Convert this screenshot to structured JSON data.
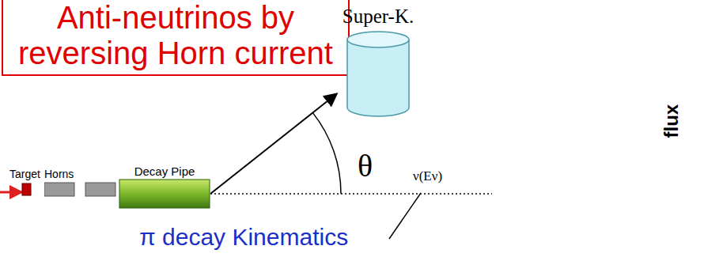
{
  "diagram": {
    "nodes": [
      {
        "text": [
          "Anti-neutrinos by reversing Horn current"
        ]
      },
      {
        "text": [
          "Super-K."
        ]
      },
      {
        "text": [
          "Target"
        ]
      },
      {
        "text": [
          "Horns"
        ]
      },
      {
        "text": [
          "Decay Pipe"
        ]
      }
    ],
    "edges": [
      {
        "from": 4,
        "to": 1,
        "arrow": "to"
      }
    ],
    "labels": [
      "θ",
      "π decay Kinematics",
      "ν(Eν)",
      "flux"
    ]
  }
}
